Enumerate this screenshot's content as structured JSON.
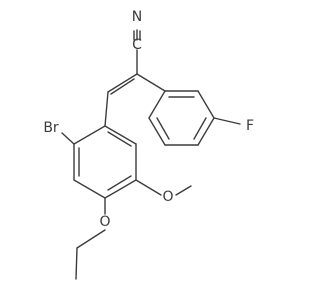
{
  "atoms": {
    "nitrile_n": "N",
    "nitrile_c": "C",
    "bromine": "Br",
    "fluorine": "F",
    "methoxy_o": "O",
    "ethoxy_o": "O"
  }
}
